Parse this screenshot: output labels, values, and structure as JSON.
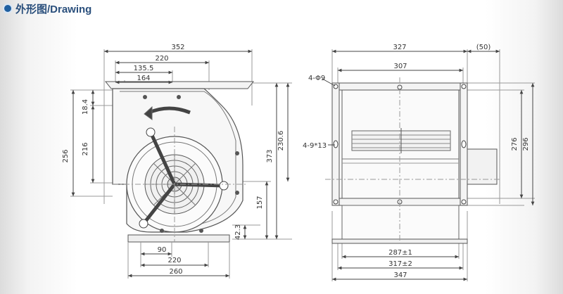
{
  "header": {
    "title": "外形图/Drawing"
  },
  "left_view": {
    "width_overall": "352",
    "width_housing": "220",
    "width_center": "135.5",
    "width_flange": "164",
    "height_total": "256",
    "height_outlet": "216",
    "height_top_offset": "18.4",
    "height_right_a": "373",
    "height_right_b": "230.6",
    "height_lower": "157",
    "height_bottom_offset": "42.3",
    "base_inner": "90",
    "base_mid": "220",
    "base_outer": "260"
  },
  "right_view": {
    "width_top": "327",
    "width_top_extra": "(50)",
    "width_inner": "307",
    "hole_round": "4-Φ9",
    "hole_slot": "4-9*13",
    "height_a": "276",
    "height_b": "296",
    "base_a": "287±1",
    "base_b": "317±2",
    "base_c": "347"
  }
}
